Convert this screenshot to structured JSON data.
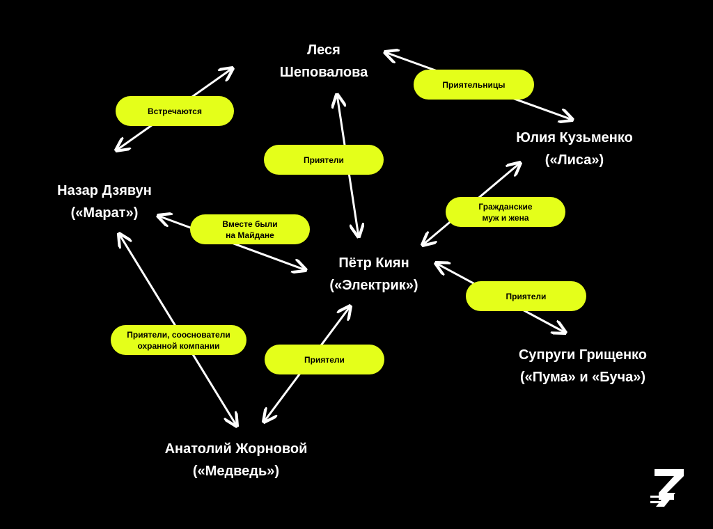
{
  "nodes": {
    "lesya": [
      "Леся",
      "Шеповалова"
    ],
    "yuliya": [
      "Юлия Кузьменко",
      "(«Лиса»)"
    ],
    "nazar": [
      "Назар Дзявун",
      "(«Марат»)"
    ],
    "petr": [
      "Пётр Киян",
      "(«Электрик»)"
    ],
    "gryshchenko": [
      "Супруги Грищенко",
      "(«Пума» и «Буча»)"
    ],
    "anatoliy": [
      "Анатолий Жорновой",
      "(«Медведь»)"
    ]
  },
  "edges": {
    "nazar_lesya": [
      "Встречаются"
    ],
    "lesya_yuliya": [
      "Приятельницы"
    ],
    "lesya_petr": [
      "Приятели"
    ],
    "yuliya_petr": [
      "Гражданские",
      "муж и жена"
    ],
    "nazar_petr": [
      "Вместе были",
      "на Майдане"
    ],
    "petr_gryshchenko": [
      "Приятели"
    ],
    "nazar_anatoliy": [
      "Приятели, сооснователи",
      "охранной компании"
    ],
    "anatoliy_petr": [
      "Приятели"
    ]
  },
  "colors": {
    "background": "#000000",
    "accent": "#e4ff1a",
    "text": "#ffffff"
  },
  "logo_icon": "z-logo-icon"
}
